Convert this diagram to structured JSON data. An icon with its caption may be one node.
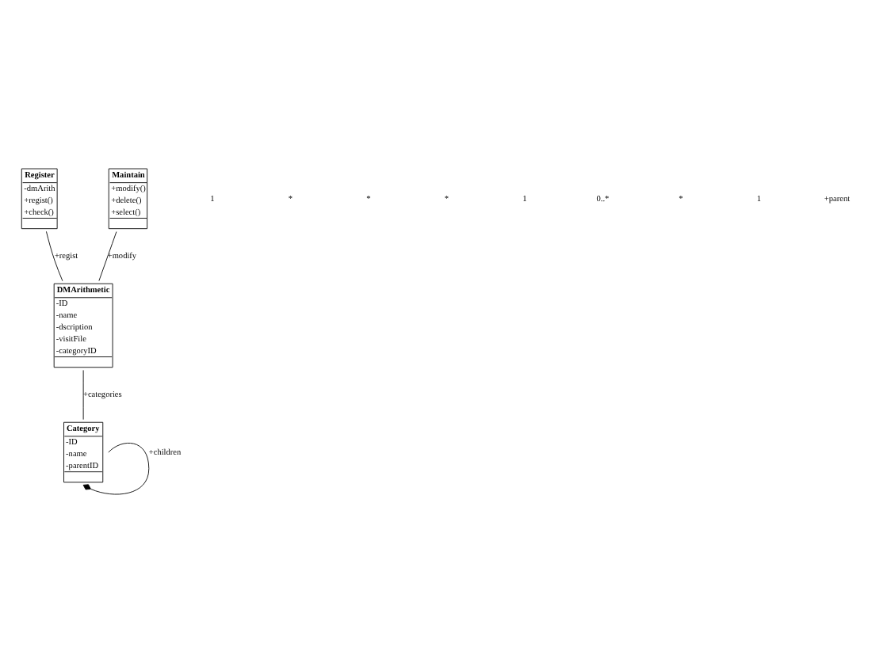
{
  "diagram": {
    "nodes": [
      {
        "text": [
          "Register",
          "-dmArith",
          "+regist()",
          "+check()"
        ]
      },
      {
        "text": [
          "DMArithmetic",
          "-ID",
          "-name",
          "-dscription",
          "-visitFile",
          "-categoryID"
        ]
      },
      {
        "text": [
          "Maintain",
          "+modify()",
          "+delete()",
          "+select()"
        ]
      },
      {
        "text": [
          "Category",
          "-ID",
          "-name",
          "-parentID"
        ]
      }
    ],
    "edges": [
      {
        "from": 0,
        "to": 1,
        "arrow": "none",
        "label": "+regist"
      },
      {
        "from": 2,
        "to": 1,
        "arrow": "none",
        "label": "+modify"
      },
      {
        "from": 1,
        "to": 3,
        "arrow": "none",
        "label": "+categories"
      },
      {
        "from": 3,
        "to": 3,
        "arrow": "other",
        "label": "+children"
      }
    ],
    "labels": [
      "1",
      "*",
      "*",
      "*",
      "1",
      "0..*",
      "*",
      "1",
      "+parent"
    ]
  }
}
